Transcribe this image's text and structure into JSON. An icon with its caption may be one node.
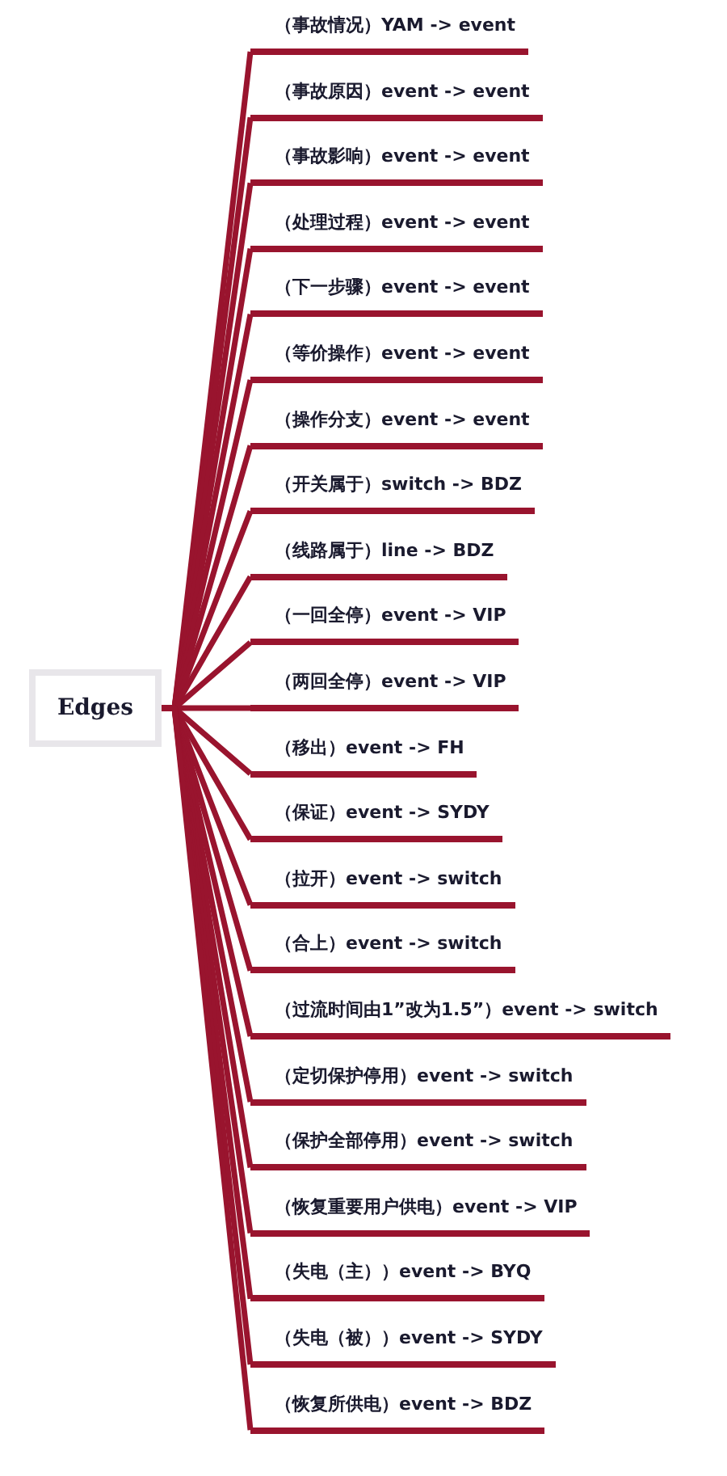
{
  "diagram": {
    "nodes": [
      {
        "text": [
          "Edges"
        ]
      },
      {
        "text": [
          "（事故情况）YAM -> event"
        ]
      },
      {
        "text": [
          "（事故原因）event -> event"
        ]
      },
      {
        "text": [
          "（事故影响）event -> event"
        ]
      },
      {
        "text": [
          "（处理过程）event -> event"
        ]
      },
      {
        "text": [
          "（下一步骤）event -> event"
        ]
      },
      {
        "text": [
          "（等价操作）event -> event"
        ]
      },
      {
        "text": [
          "（操作分支）event -> event"
        ]
      },
      {
        "text": [
          "（开关属于）switch -> BDZ"
        ]
      },
      {
        "text": [
          "（线路属于）line -> BDZ"
        ]
      },
      {
        "text": [
          "（一回全停）event -> VIP"
        ]
      },
      {
        "text": [
          "（两回全停）event -> VIP"
        ]
      },
      {
        "text": [
          "（移出）event -> FH"
        ]
      },
      {
        "text": [
          "（保证）event -> SYDY"
        ]
      },
      {
        "text": [
          "（拉开）event -> switch"
        ]
      },
      {
        "text": [
          "（合上）event -> switch"
        ]
      },
      {
        "text": [
          "（过流时间由1”改为1.5”）event -> switch"
        ]
      },
      {
        "text": [
          "（定切保护停用）event -> switch"
        ]
      },
      {
        "text": [
          "（保护全部停用）event -> switch"
        ]
      },
      {
        "text": [
          "（恢复重要用户供电）event -> VIP"
        ]
      },
      {
        "text": [
          "（失电（主））event -> BYQ"
        ]
      },
      {
        "text": [
          "（失电（被））event -> SYDY"
        ]
      },
      {
        "text": [
          "（恢复所供电）event -> BDZ"
        ]
      }
    ],
    "edges": [
      {
        "from": 0,
        "to": 1,
        "arrow": "none"
      },
      {
        "from": 0,
        "to": 2,
        "arrow": "none"
      },
      {
        "from": 0,
        "to": 3,
        "arrow": "none"
      },
      {
        "from": 0,
        "to": 4,
        "arrow": "none"
      },
      {
        "from": 0,
        "to": 5,
        "arrow": "none"
      },
      {
        "from": 0,
        "to": 6,
        "arrow": "none"
      },
      {
        "from": 0,
        "to": 7,
        "arrow": "none"
      },
      {
        "from": 0,
        "to": 8,
        "arrow": "none"
      },
      {
        "from": 0,
        "to": 9,
        "arrow": "none"
      },
      {
        "from": 0,
        "to": 10,
        "arrow": "none"
      },
      {
        "from": 0,
        "to": 11,
        "arrow": "none"
      },
      {
        "from": 0,
        "to": 12,
        "arrow": "none"
      },
      {
        "from": 0,
        "to": 13,
        "arrow": "none"
      },
      {
        "from": 0,
        "to": 14,
        "arrow": "none"
      },
      {
        "from": 0,
        "to": 15,
        "arrow": "none"
      },
      {
        "from": 0,
        "to": 16,
        "arrow": "none"
      },
      {
        "from": 0,
        "to": 17,
        "arrow": "none"
      },
      {
        "from": 0,
        "to": 18,
        "arrow": "none"
      },
      {
        "from": 0,
        "to": 19,
        "arrow": "none"
      },
      {
        "from": 0,
        "to": 20,
        "arrow": "none"
      },
      {
        "from": 0,
        "to": 21,
        "arrow": "none"
      },
      {
        "from": 0,
        "to": 22,
        "arrow": "none"
      }
    ]
  }
}
